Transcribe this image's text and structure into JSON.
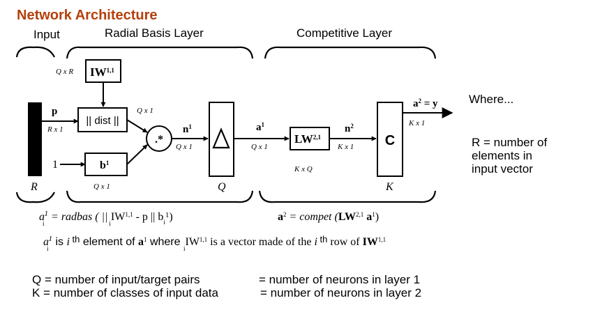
{
  "title": "Network Architecture",
  "colors": {
    "title": "#B5400A",
    "ink": "#000000",
    "background": "#FFFFFF"
  },
  "sections": {
    "input": "Input",
    "radial": "Radial Basis Layer",
    "competitive": "Competitive Layer"
  },
  "input": {
    "signal": "p",
    "dims": "R x 1",
    "size": "R"
  },
  "radial": {
    "weight_dims": "Q x R",
    "weight": "IW",
    "weight_sup": "1,1",
    "dist_label": "|| dist ||",
    "dist_out_dims": "Q x 1",
    "bias_in": "1",
    "bias": "b",
    "bias_sup": "1",
    "bias_dims": "Q x 1",
    "mult": ".*",
    "net": "n",
    "net_sup": "1",
    "net_dims": "Q x 1",
    "transfer": "Δ",
    "size": "Q"
  },
  "competitive": {
    "in": "a",
    "in_sup": "1",
    "in_dims": "Q x 1",
    "weight": "LW",
    "weight_sup": "2,1",
    "weight_dims": "K x Q",
    "net": "n",
    "net_sup": "2",
    "net_dims": "K x 1",
    "transfer": "C",
    "out": "a",
    "out_sup": "2",
    "out_suffix": " = y",
    "out_dims": "K x 1",
    "size": "K"
  },
  "where": {
    "head": "Where...",
    "lines": [
      "R = number of",
      "elements in",
      "input vector"
    ]
  },
  "equations": {
    "eq1": {
      "a": "a",
      "a_sub": "i",
      "a_sup": "1",
      "mid": " = radbas ( || ",
      "iw_sub": "i",
      "iw": "IW",
      "iw_sup": "1,1",
      "rest": " - p || b",
      "b_sub": "i",
      "b_sup": "1",
      "end": ")"
    },
    "eq2": {
      "a": "a",
      "a_sup": "2",
      "mid": " = compet (",
      "lw": "LW",
      "lw_sup": "2,1",
      "a2": " a",
      "a2_sup": "1",
      "end": ")"
    }
  },
  "note": {
    "a": "a",
    "a_sub": "i",
    "a_sup": "1",
    "is": " is ",
    "i": "i",
    "th": " th",
    "elem": " element of ",
    "a1": "a",
    "a1_sup": "1",
    "where": " where ",
    "iw_sub": "i",
    "iw": "IW",
    "iw_sup": "1,1",
    "vec": " is a vector made of the ",
    "i2": "i",
    "th2": " th",
    "row": " row of ",
    "iw2": "IW",
    "iw2_sup": "1,1"
  },
  "legend": {
    "q_left": "Q = number of input/target pairs",
    "q_right": "= number of neurons in layer 1",
    "k_left": "K = number of classes of input data",
    "k_right": "= number of neurons in layer 2"
  }
}
